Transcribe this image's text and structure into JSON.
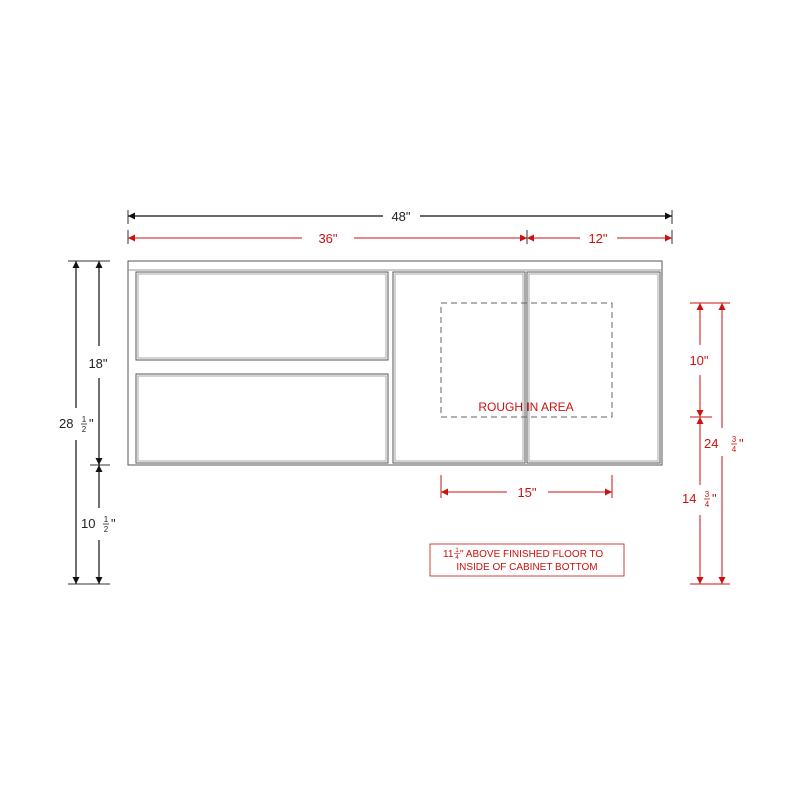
{
  "dimensions": {
    "overall_width": "48\"",
    "left_section_width": "36\"",
    "right_section_width": "12\"",
    "drawer_height": "18\"",
    "total_height_whole": "28",
    "total_height_num": "1",
    "total_height_den": "2",
    "leg_height_whole": "10",
    "leg_height_num": "1",
    "leg_height_den": "2",
    "rough_in_height": "10\"",
    "rough_in_width": "15\"",
    "rough_top_height_whole": "24",
    "rough_top_height_num": "3",
    "rough_top_height_den": "4",
    "rough_bottom_height_whole": "14",
    "rough_bottom_height_num": "3",
    "rough_bottom_height_den": "4",
    "inch_mark": "\""
  },
  "labels": {
    "rough_in_area": "ROUGH IN AREA",
    "note_line1_prefix": "11",
    "note_line1_num": "1",
    "note_line1_den": "4",
    "note_line1_suffix": "\" ABOVE FINISHED FLOOR TO",
    "note_line2": "INSIDE OF CABINET BOTTOM"
  },
  "colors": {
    "line": "#333333",
    "dimension_red": "#cc1111"
  }
}
